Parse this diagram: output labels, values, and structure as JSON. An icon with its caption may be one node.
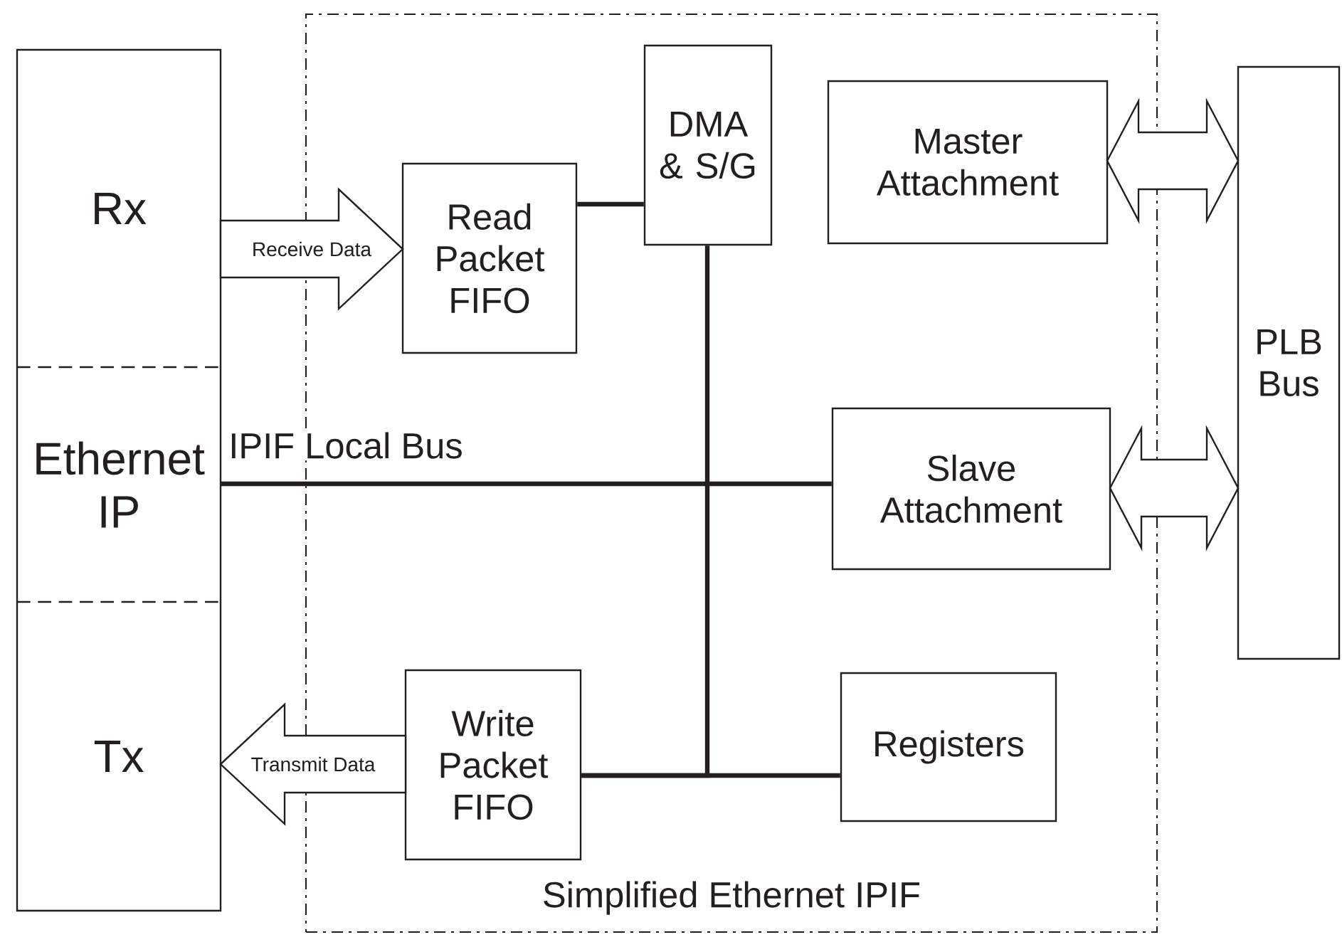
{
  "diagram": {
    "nodes": [
      {
        "text": [],
        "shape": "box"
      },
      {
        "text": [
          "Rx"
        ],
        "in": 0
      },
      {
        "text": [
          "Ethernet IP"
        ],
        "in": 0
      },
      {
        "text": [
          "Tx"
        ],
        "in": 0
      },
      {
        "text": [
          "Simplified Ethernet IPIF"
        ]
      },
      {
        "text": [
          "Read Packet FIFO"
        ],
        "in": 4
      },
      {
        "text": [
          "DMA & S/G"
        ],
        "in": 4
      },
      {
        "text": [
          "Master Attachment"
        ],
        "in": 4
      },
      {
        "text": [
          "Slave Attachment"
        ],
        "in": 4
      },
      {
        "text": [
          "Write Packet FIFO"
        ],
        "in": 4
      },
      {
        "text": [
          "Registers"
        ],
        "in": 4
      },
      {
        "text": [
          "PLB Bus"
        ]
      }
    ],
    "edges": [
      {
        "from": 2,
        "to": 8,
        "arrow": "none",
        "label": "IPIF Local Bus"
      },
      {
        "from": 5,
        "to": 6,
        "arrow": "none"
      },
      {
        "from": 6,
        "to": 9,
        "arrow": "none"
      },
      {
        "from": 9,
        "to": 10,
        "arrow": "none"
      },
      {
        "from": 1,
        "to": 5,
        "arrow": "to",
        "label": "Receive Data"
      },
      {
        "from": 9,
        "to": 3,
        "arrow": "to",
        "label": "Transmit Data"
      },
      {
        "from": 7,
        "to": 11,
        "arrow": "both"
      },
      {
        "from": 8,
        "to": 11,
        "arrow": "both"
      }
    ]
  }
}
